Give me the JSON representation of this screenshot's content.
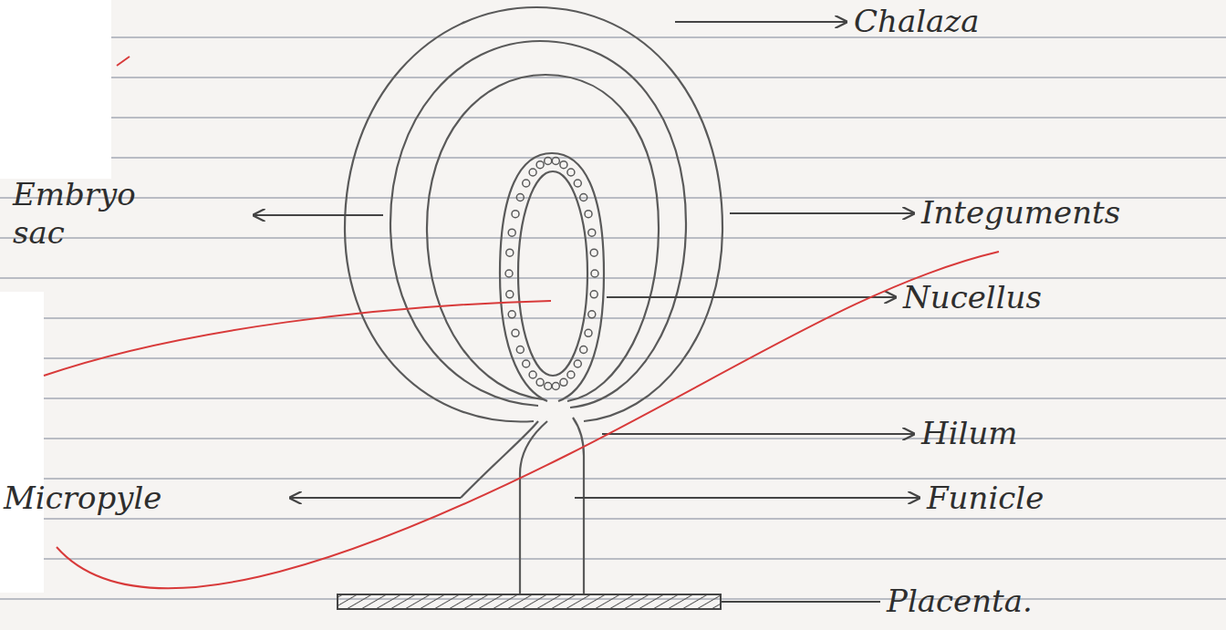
{
  "diagram": {
    "labels": [
      "Chalaza",
      "Integuments",
      "Embryo sac",
      "Nucellus",
      "Hilum",
      "Micropyle",
      "Funicle",
      "Placenta."
    ]
  }
}
